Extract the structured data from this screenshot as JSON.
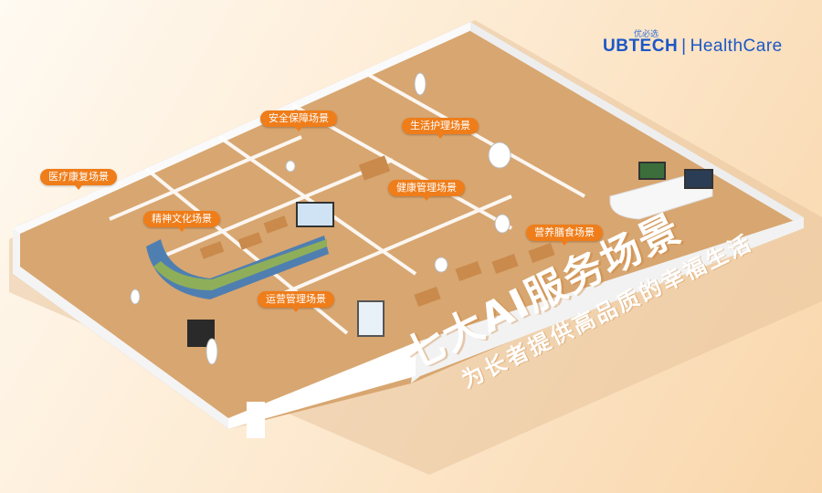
{
  "brand": {
    "sub": "优必选",
    "main": "UBTECH",
    "divider": "|",
    "name": "HealthCare"
  },
  "scenes": [
    {
      "label": "安全保障场景"
    },
    {
      "label": "生活护理场景"
    },
    {
      "label": "医疗康复场景"
    },
    {
      "label": "健康管理场景"
    },
    {
      "label": "精神文化场景"
    },
    {
      "label": "营养膳食场景"
    },
    {
      "label": "运营管理场景"
    }
  ],
  "headline": {
    "title": "七大AI服务场景",
    "subtitle": "为长者提供高品质的幸福生活"
  },
  "colors": {
    "accent": "#ef7d1a",
    "brand": "#1b57c7",
    "floor": "#d9a873",
    "wall": "#ffffff"
  }
}
